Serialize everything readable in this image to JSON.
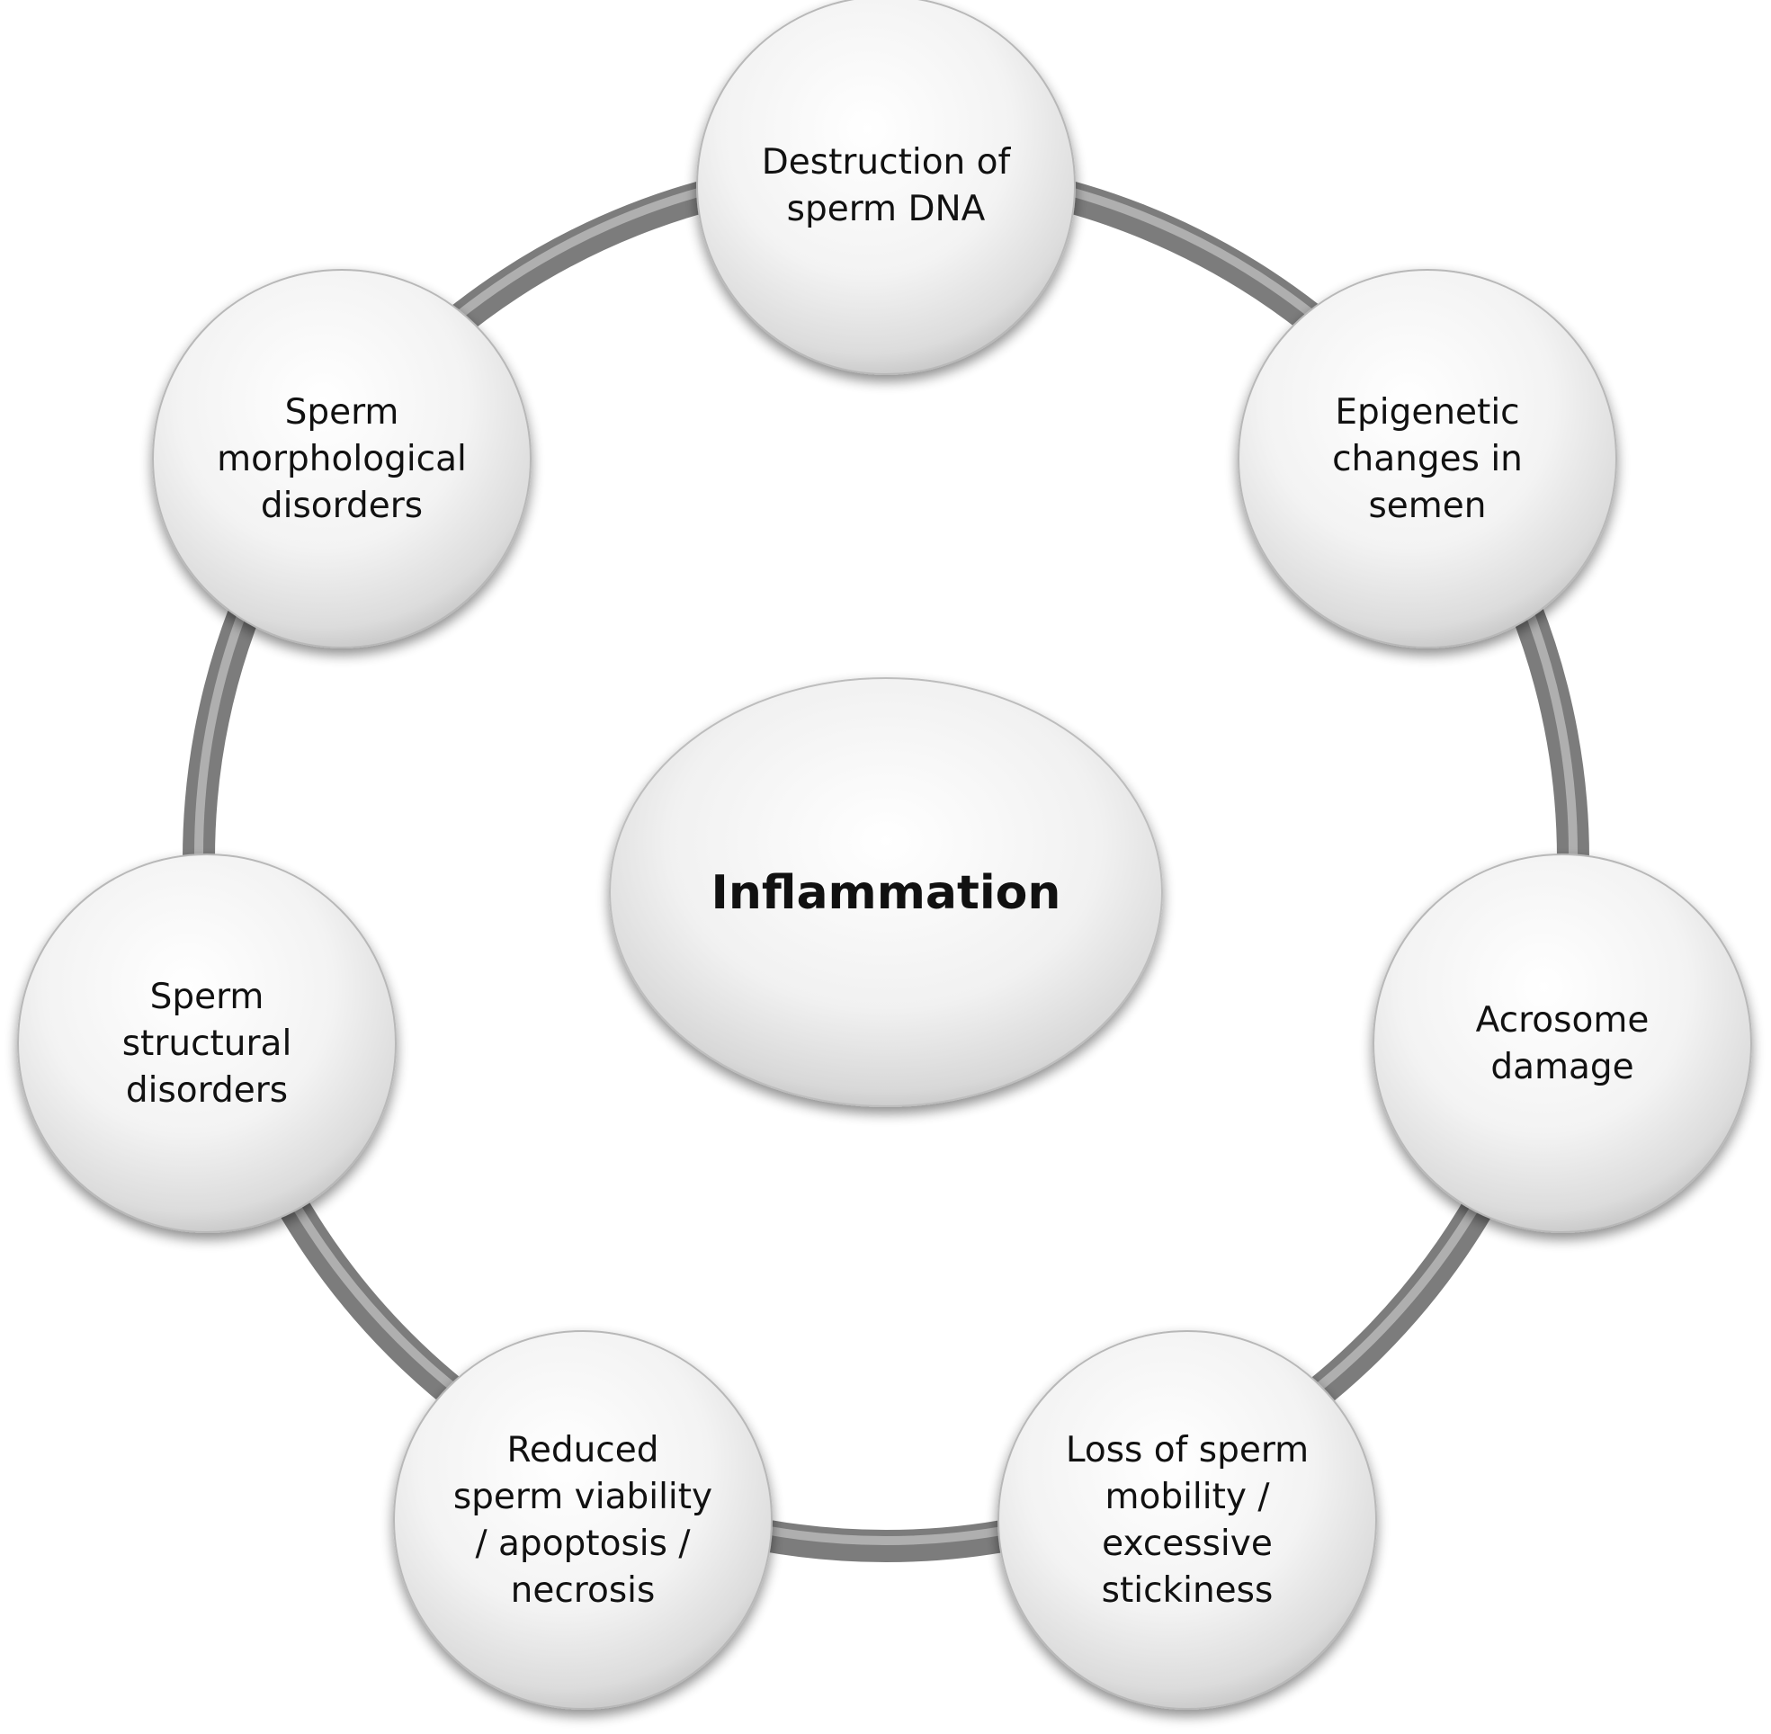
{
  "diagram": {
    "center": {
      "lines": [
        "Inflammation"
      ]
    },
    "nodes": [
      {
        "id": "destruction-dna",
        "lines": [
          "Destruction of",
          "sperm DNA"
        ]
      },
      {
        "id": "epigenetic",
        "lines": [
          "Epigenetic",
          "changes in",
          "semen"
        ]
      },
      {
        "id": "acrosome",
        "lines": [
          "Acrosome",
          "damage"
        ]
      },
      {
        "id": "mobility",
        "lines": [
          "Loss of sperm",
          "mobility /",
          "excessive",
          "stickiness"
        ]
      },
      {
        "id": "viability",
        "lines": [
          "Reduced",
          "sperm viability",
          "/ apoptosis /",
          "necrosis"
        ]
      },
      {
        "id": "structural",
        "lines": [
          "Sperm",
          "structural",
          "disorders"
        ]
      },
      {
        "id": "morphological",
        "lines": [
          "Sperm",
          "morphological",
          "disorders"
        ]
      }
    ],
    "colors": {
      "ring": "#8a8a8a",
      "ring_highlight": "#c4c4c4",
      "bubble_light": "#ffffff",
      "bubble_mid": "#f0f0f0",
      "bubble_dark": "#c9c9c9",
      "text": "#111111"
    }
  }
}
